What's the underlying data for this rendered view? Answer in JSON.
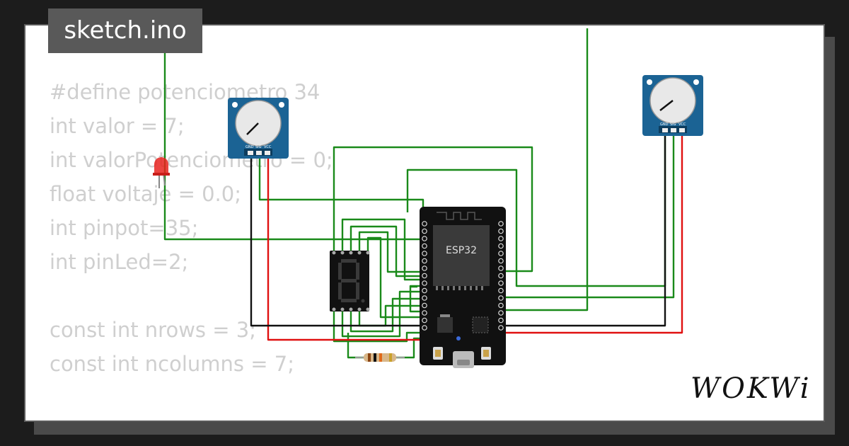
{
  "tab": {
    "title": "sketch.ino"
  },
  "code": {
    "lines": [
      "#define potenciometro 34",
      "int valor = 7;",
      "int valorPotenciometro = 0;",
      "float voltaje = 0.0;",
      "int pinpot=35;",
      "int pinLed=2;",
      "",
      "const int nrows = 3;",
      "const int ncolumns = 7;"
    ]
  },
  "board": {
    "label": "ESP32"
  },
  "potentiometer": {
    "pins": [
      "GND",
      "SIG",
      "VCC"
    ]
  },
  "brand": {
    "logo": "WOKWi"
  },
  "colors": {
    "wire_green": "#1a8a1a",
    "wire_red": "#e01010",
    "wire_black": "#111111",
    "pot_blue": "#1b6394",
    "board": "#111111"
  }
}
